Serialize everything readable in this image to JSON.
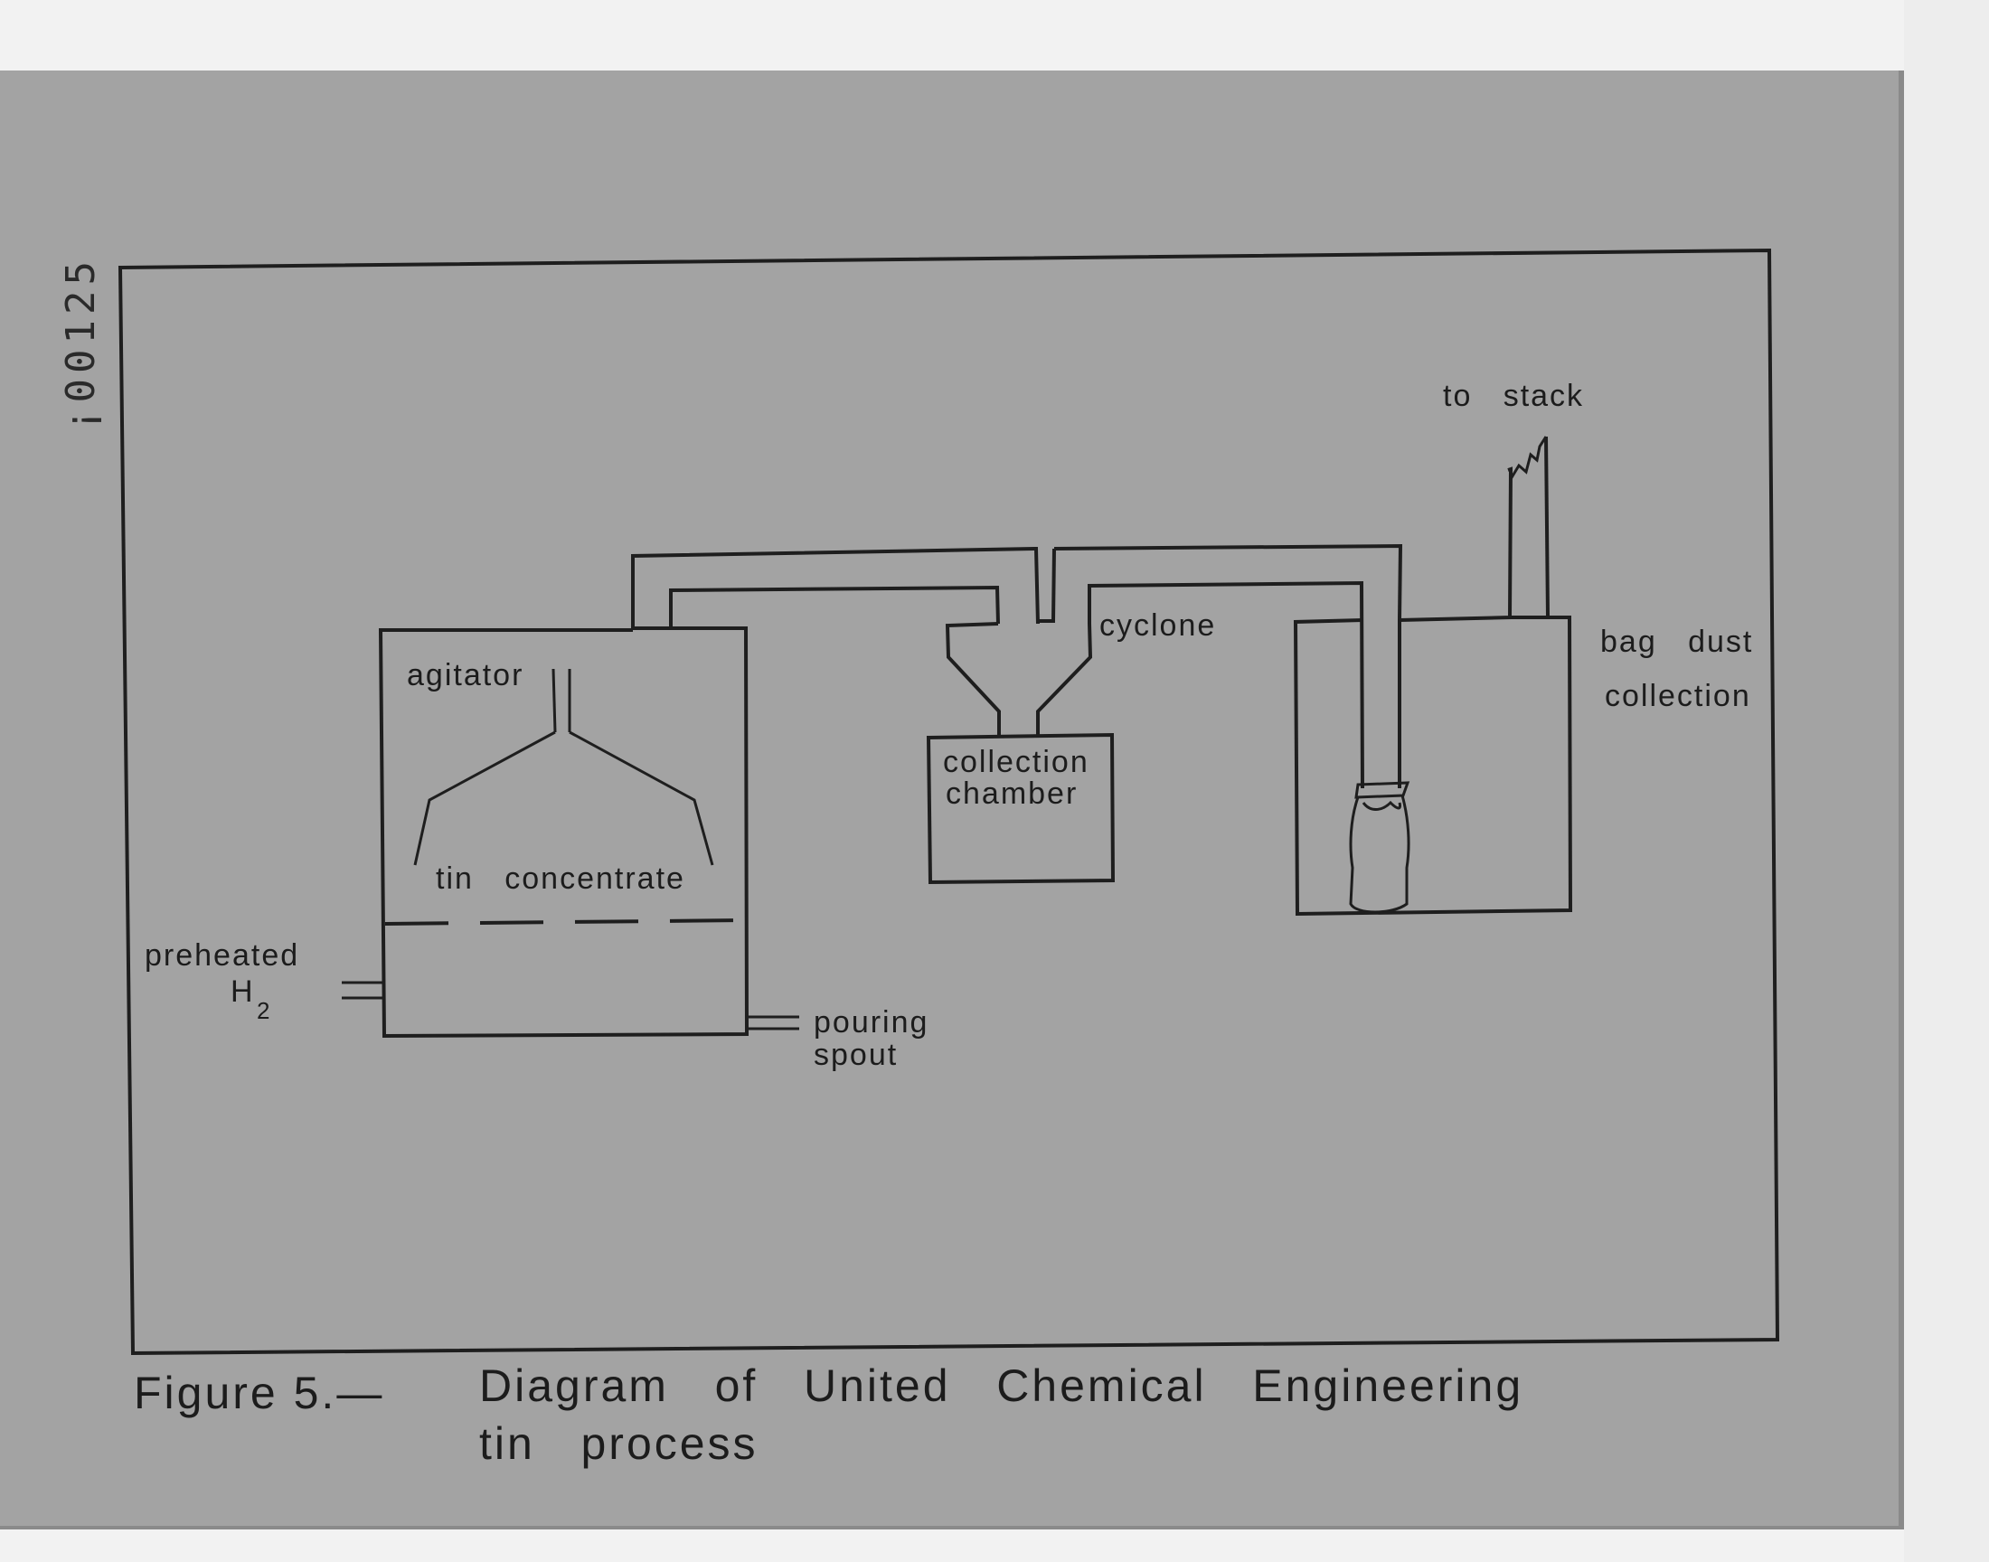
{
  "stamp_number": "¡00125",
  "labels": {
    "agitator": "agitator",
    "tin_concentrate": "tin   concentrate",
    "preheated": "preheated",
    "h2": "H",
    "h2_subscript": "2",
    "pouring": "pouring",
    "spout": "spout",
    "cyclone": "cyclone",
    "collection": "collection",
    "chamber": "chamber",
    "to_stack": "to   stack",
    "bag_dust": "bag   dust",
    "bag_collection": "collection"
  },
  "caption": {
    "figure": "Figure 5.—",
    "line1": "Diagram   of   United   Chemical   Engineering",
    "line2": "tin   process"
  }
}
